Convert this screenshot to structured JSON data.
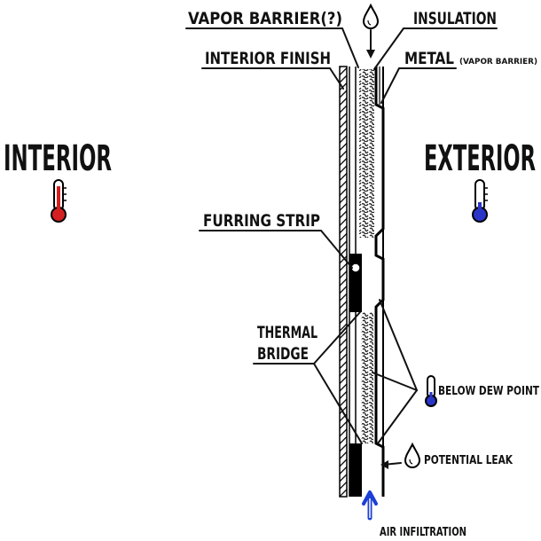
{
  "labels": {
    "interior": "INTERIOR",
    "exterior": "EXTERIOR",
    "vapor_barrier_q": "VAPOR BARRIER(?)",
    "insulation": "INSULATION",
    "interior_finish": "INTERIOR FINISH",
    "metal": "METAL",
    "metal_note": "(VAPOR BARRIER)",
    "furring_strip": "FURRING STRIP",
    "thermal": "THERMAL",
    "bridge": "BRIDGE",
    "below_dew_point": "BELOW DEW POINT",
    "potential_leak": "POTENTIAL LEAK",
    "air_infiltration": "AIR INFILTRATION"
  },
  "icons": {
    "interior_thermometer": "thermometer-icon",
    "exterior_thermometer": "thermometer-icon",
    "dew_thermometer": "thermometer-icon",
    "top_drop": "water-drop-icon",
    "leak_drop": "water-drop-icon",
    "air_arrow": "arrow-up-icon"
  },
  "colors": {
    "warm": "#d42020",
    "cold": "#2a35c8",
    "air_arrow": "#1b3fd6",
    "ink": "#111111"
  }
}
